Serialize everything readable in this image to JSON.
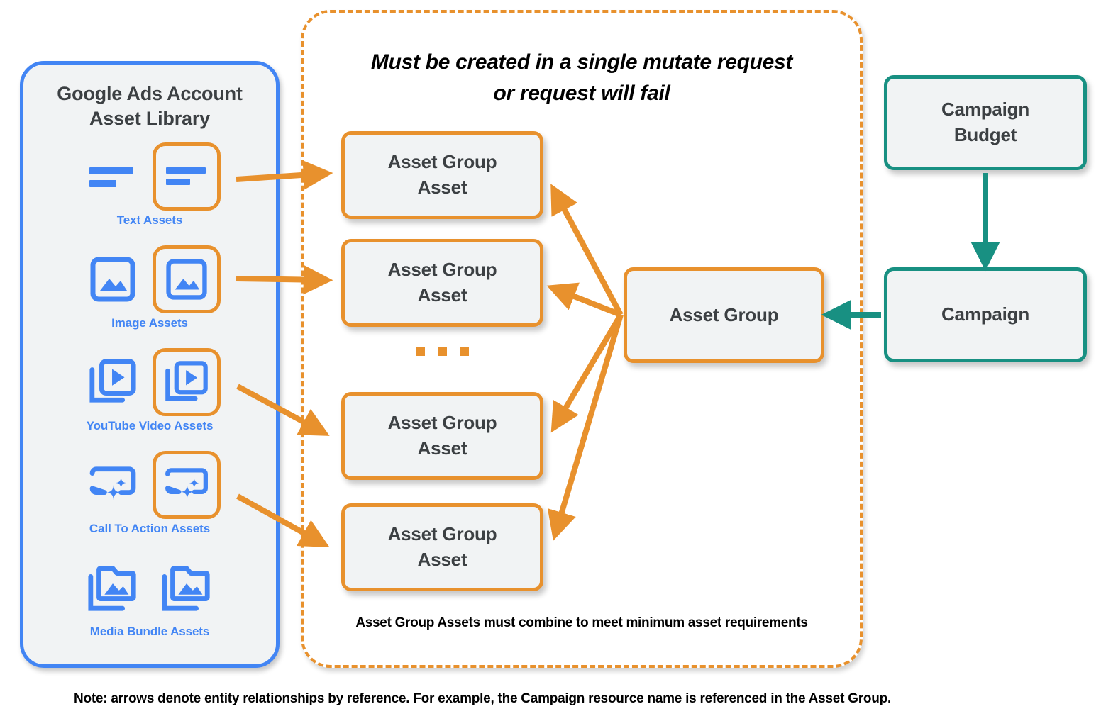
{
  "library": {
    "title_line1": "Google Ads Account",
    "title_line2": "Asset Library",
    "items": [
      {
        "caption": "Text Assets",
        "icon": "text-asset-icon",
        "highlighted": true
      },
      {
        "caption": "Image Assets",
        "icon": "image-asset-icon",
        "highlighted": true
      },
      {
        "caption": "YouTube Video  Assets",
        "icon": "video-asset-icon",
        "highlighted": true
      },
      {
        "caption": "Call To Action Assets",
        "icon": "call-to-action-asset-icon",
        "highlighted": true
      },
      {
        "caption": "Media Bundle  Assets",
        "icon": "media-bundle-asset-icon",
        "highlighted": false
      }
    ]
  },
  "mutate_group": {
    "title_line1": "Must be created in a single mutate request",
    "title_line2": "or request will fail",
    "footnote": "Asset Group Assets must combine to meet minimum asset requirements",
    "asset_group_assets": [
      {
        "line1": "Asset Group",
        "line2": "Asset"
      },
      {
        "line1": "Asset Group",
        "line2": "Asset"
      },
      {
        "line1": "Asset Group",
        "line2": "Asset"
      },
      {
        "line1": "Asset Group",
        "line2": "Asset"
      }
    ],
    "ellipsis": "..."
  },
  "asset_group": {
    "label": "Asset Group"
  },
  "campaign_budget": {
    "line1": "Campaign",
    "line2": "Budget"
  },
  "campaign": {
    "label": "Campaign"
  },
  "note": "Note: arrows denote entity relationships by reference. For example, the Campaign resource name is referenced in the Asset Group.",
  "colors": {
    "orange": "#e8912d",
    "blue": "#4285f4",
    "teal": "#189082",
    "node_fill": "#f1f3f4",
    "text_dark": "#3c4043"
  }
}
